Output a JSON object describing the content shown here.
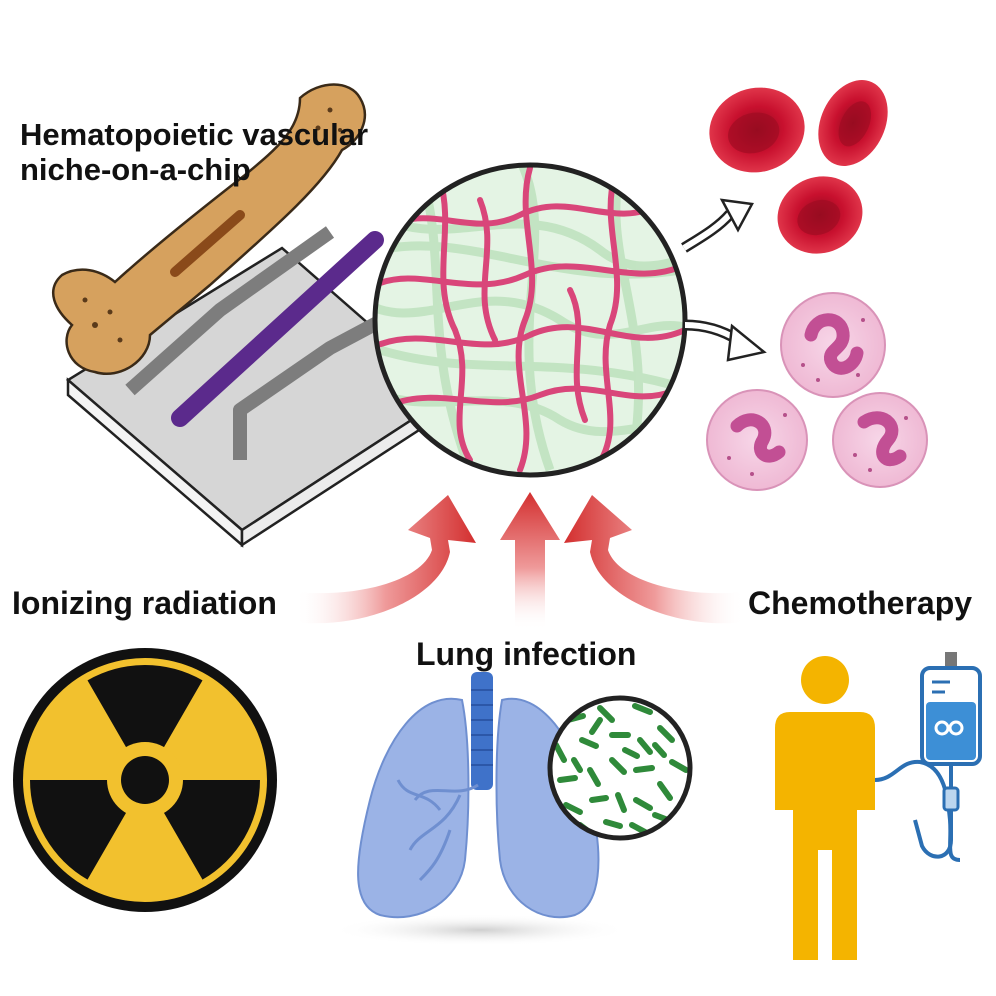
{
  "title": {
    "line1": "Hematopoietic vascular",
    "line2": "niche-on-a-chip"
  },
  "stimuli": {
    "radiation": "Ionizing radiation",
    "lung": "Lung infection",
    "chemo": "Chemotherapy"
  },
  "outputs": [
    "red-blood-cells",
    "neutrophils"
  ],
  "colors": {
    "arrow": "#d93636",
    "radiation_yellow": "#f2c12e",
    "person": "#f4b400",
    "vessel": "#d9467a",
    "matrix": "#bfe3bf",
    "chip_channel": "#5b2a8c",
    "bone": "#d6a15e",
    "lung": "#9bb3e6",
    "bacteria": "#2f8a3a",
    "rbc": "#c8102e",
    "neutrophil": "#f3c6dd"
  }
}
